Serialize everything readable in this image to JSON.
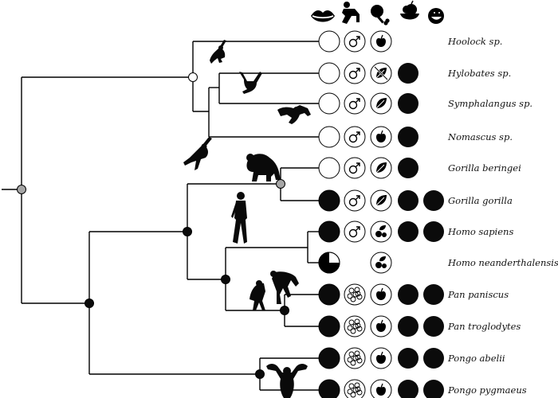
{
  "colors": {
    "branch": "#000000",
    "node_black": "#0b0b0b",
    "node_white": "#ffffff",
    "node_grey": "#a6a6a6",
    "ring": "#000000"
  },
  "header_icons": [
    "lips-icon",
    "person-kneeling-icon",
    "meat-icon",
    "fruit-bowl-icon",
    "hand-apple-icon",
    "face-mouth-icon"
  ],
  "nodes": [
    {
      "id": "root",
      "state": "grey"
    },
    {
      "id": "gibbons",
      "state": "white"
    },
    {
      "id": "gorilla",
      "state": "grey"
    },
    {
      "id": "african",
      "state": "black"
    },
    {
      "id": "great-apes",
      "state": "black"
    },
    {
      "id": "homo",
      "state": "none"
    },
    {
      "id": "homo-pan",
      "state": "black"
    },
    {
      "id": "pan",
      "state": "black"
    },
    {
      "id": "pongo",
      "state": "black"
    }
  ],
  "taxa": [
    {
      "name": "Hoolock sp.",
      "state_circle": "white",
      "mating": "male",
      "diet": "apple",
      "extra": [
        false,
        false
      ]
    },
    {
      "name": "Hylobates sp.",
      "state_circle": "white",
      "mating": "male",
      "diet": "leaf-crossed",
      "extra": [
        true,
        false
      ]
    },
    {
      "name": "Symphalangus sp.",
      "state_circle": "white",
      "mating": "male",
      "diet": "leaf",
      "extra": [
        true,
        false
      ]
    },
    {
      "name": "Nomascus sp.",
      "state_circle": "white",
      "mating": "male",
      "diet": "apple",
      "extra": [
        true,
        false
      ]
    },
    {
      "name": "Gorilla beringei",
      "state_circle": "white",
      "mating": "male",
      "diet": "leaf",
      "extra": [
        true,
        false
      ]
    },
    {
      "name": "Gorilla gorilla",
      "state_circle": "black",
      "mating": "male",
      "diet": "leaf",
      "extra": [
        true,
        true
      ]
    },
    {
      "name": "Homo sapiens",
      "state_circle": "black",
      "mating": "male",
      "diet": "mixed",
      "extra": [
        true,
        true
      ]
    },
    {
      "name": "Homo neanderthalensis",
      "state_circle": "pie-quarter",
      "mating": "none",
      "diet": "mixed",
      "extra": [
        false,
        false
      ]
    },
    {
      "name": "Pan paniscus",
      "state_circle": "black",
      "mating": "multi",
      "diet": "apple",
      "extra": [
        true,
        true
      ]
    },
    {
      "name": "Pan troglodytes",
      "state_circle": "black",
      "mating": "multi",
      "diet": "apple",
      "extra": [
        true,
        true
      ]
    },
    {
      "name": "Pongo abelii",
      "state_circle": "black",
      "mating": "multi",
      "diet": "apple",
      "extra": [
        true,
        true
      ]
    },
    {
      "name": "Pongo pygmaeus",
      "state_circle": "black",
      "mating": "multi",
      "diet": "apple",
      "extra": [
        true,
        true
      ]
    }
  ],
  "silhouettes": [
    "hoolock-silhouette",
    "hylobates-silhouette",
    "symphalangus-silhouette",
    "nomascus-silhouette",
    "gorilla-silhouette",
    "homo-silhouette",
    "pan-silhouette",
    "pongo-silhouette"
  ]
}
